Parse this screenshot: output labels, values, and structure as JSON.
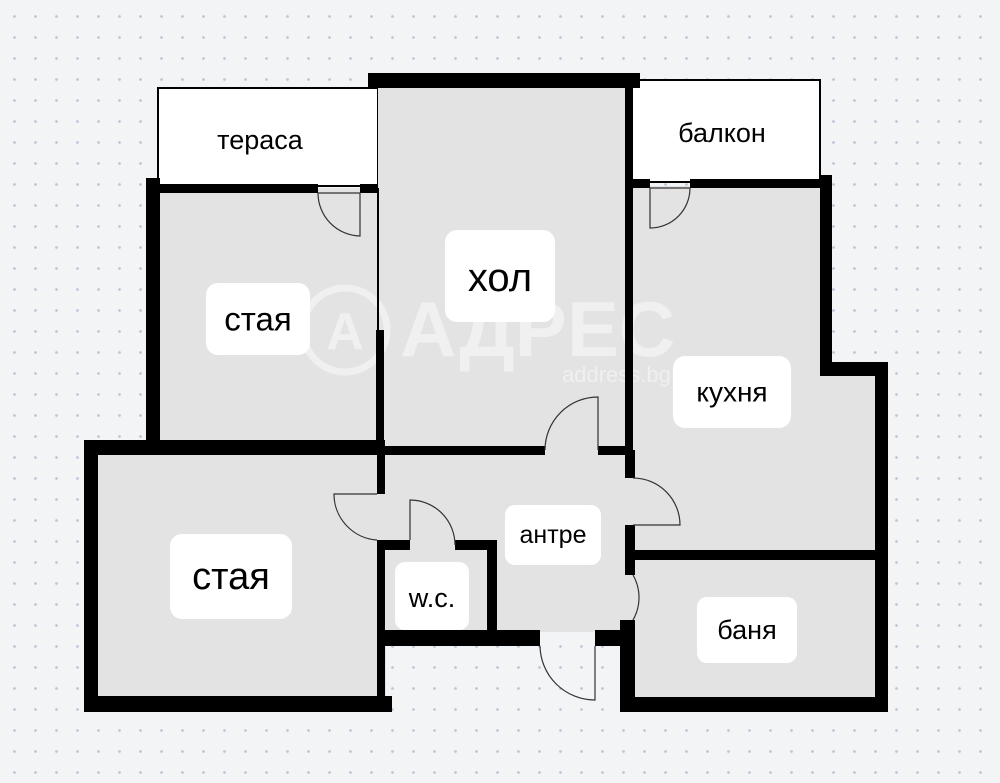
{
  "rooms": {
    "terrace": "тераса",
    "balcony": "балкон",
    "hall": "хол",
    "room_top": "стая",
    "room_bottom": "стая",
    "kitchen": "кухня",
    "entrance": "антре",
    "wc": "w.c.",
    "bathroom": "баня"
  },
  "watermark": {
    "brand": "АДРЕС",
    "url": "address.bg"
  },
  "colors": {
    "room_fill": "#e3e3e3",
    "wall": "#000000",
    "outdoor": "#ffffff"
  }
}
